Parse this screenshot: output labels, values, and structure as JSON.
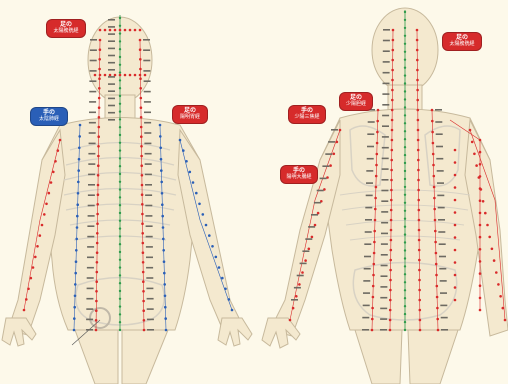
{
  "labels": {
    "front_foot_taiyang": {
      "title": "足の",
      "sub": "太陽膀胱経"
    },
    "front_hand_taiyin": {
      "title": "手の",
      "sub": "太陰肺経"
    },
    "front_foot_yangming": {
      "title": "足の",
      "sub": "陽明胃経"
    },
    "back_foot_taiyang": {
      "title": "足の",
      "sub": "太陽膀胱経"
    },
    "back_hand_shaoyang_sj": {
      "title": "手の",
      "sub": "少陽三焦経"
    },
    "back_foot_shaoyang": {
      "title": "足の",
      "sub": "少陽胆経"
    },
    "back_hand_yangming": {
      "title": "手の",
      "sub": "陽明大腸経"
    }
  },
  "colors": {
    "background": "#fdf9ea",
    "body_fill": "#f4e9cf",
    "body_outline": "#c7b99c",
    "bone": "#d8d2c4",
    "meridian_red": "#d92a2a",
    "meridian_green": "#2e9a4a",
    "meridian_blue": "#2a5fb7",
    "label_red": "#d62b2b",
    "label_blue": "#2a5fb7"
  }
}
